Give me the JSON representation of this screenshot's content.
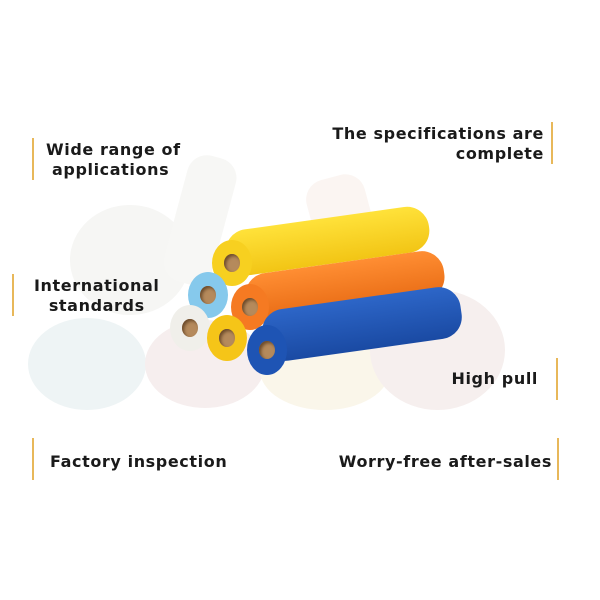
{
  "features": {
    "wide_range": "Wide range of\napplications",
    "wide_range_l1": "Wide range of",
    "wide_range_l2": "applications",
    "specs_l1": "The specifications are",
    "specs_l2": "complete",
    "intl_l1": "International",
    "intl_l2": "standards",
    "high_pull": "High pull",
    "factory": "Factory inspection",
    "after_sales": "Worry-free after-sales"
  },
  "colors": {
    "accent_bar": "#e8b85a",
    "text": "#1a1a1a",
    "roll_yellow": "#f6d21c",
    "roll_orange": "#f47a20",
    "roll_blue": "#1f56b8",
    "roll_lightblue": "#7fc6ea",
    "roll_white": "#f2f2ee",
    "roll_yellow2": "#f5c318"
  },
  "image": {
    "subject": "fiberglass mesh rolls"
  }
}
